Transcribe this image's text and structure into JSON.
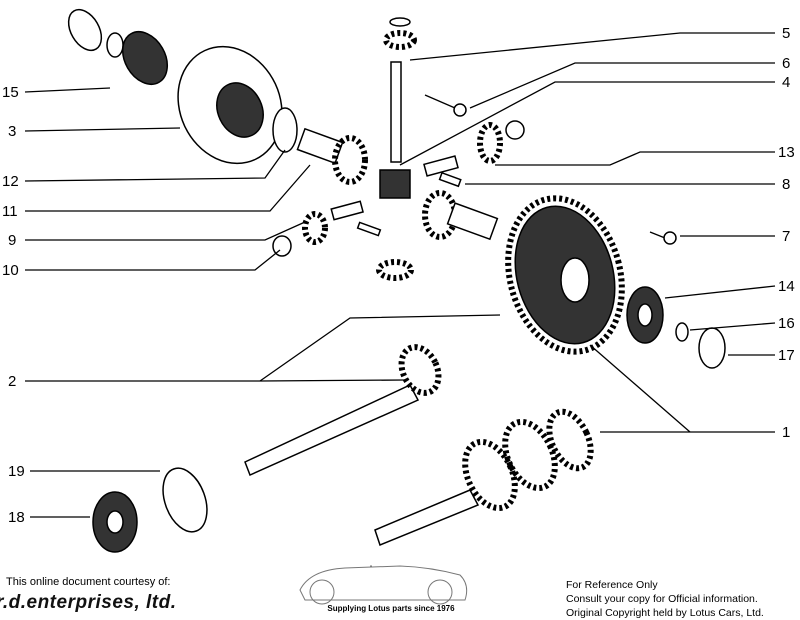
{
  "diagram": {
    "callouts": {
      "c1": "1",
      "c2": "2",
      "c3": "3",
      "c4": "4",
      "c5": "5",
      "c6": "6",
      "c7": "7",
      "c8": "8",
      "c9": "9",
      "c10": "10",
      "c11": "11",
      "c12": "12",
      "c13": "13",
      "c14": "14",
      "c15": "15",
      "c16": "16",
      "c17": "17",
      "c18": "18",
      "c19": "19"
    }
  },
  "footer": {
    "courtesy": "This online document courtesy of:",
    "brand": "r.d.enterprises, ltd.",
    "tagline": "Supplying Lotus parts since 1976",
    "notice_line1": "For Reference Only",
    "notice_line2": "Consult your copy for Official information.",
    "notice_line3": "Original Copyright held by Lotus Cars, Ltd."
  }
}
